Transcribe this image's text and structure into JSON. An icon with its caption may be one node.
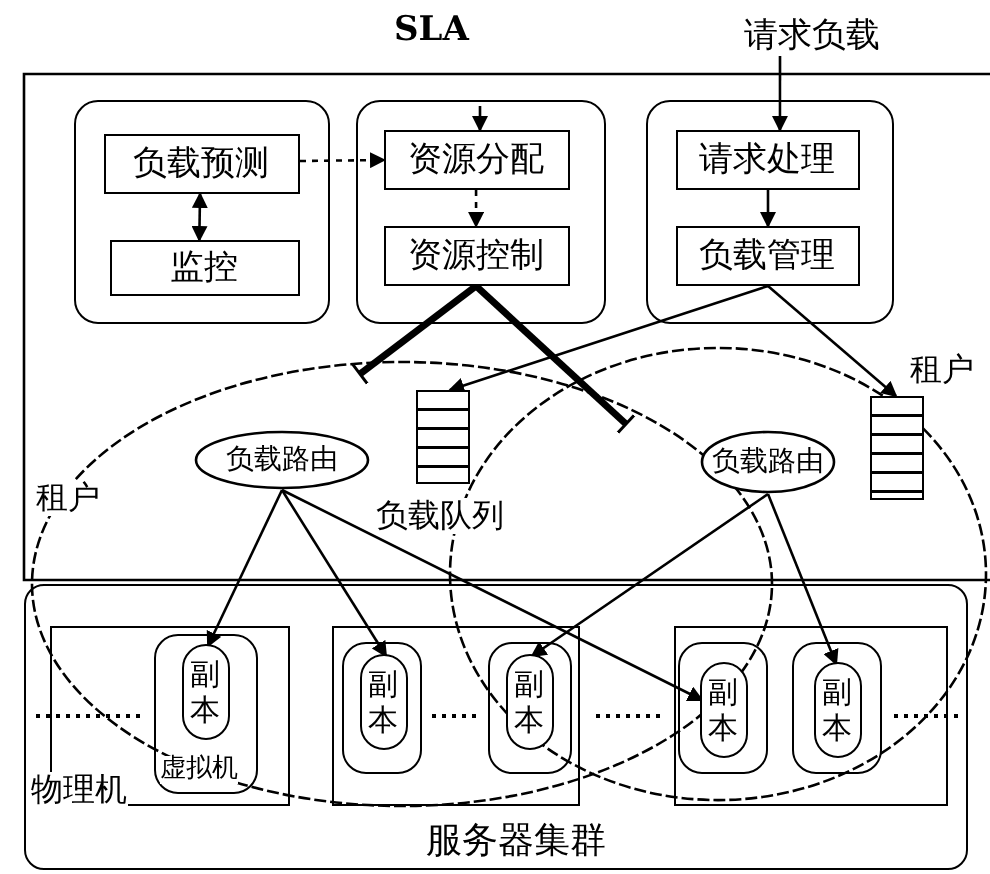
{
  "diagram": {
    "nodes": [
      {
        "text": [
          "请求负载"
        ]
      },
      {
        "text": [],
        "shape": "box"
      },
      {
        "text": [
          "负载预测"
        ],
        "in": 1
      },
      {
        "text": [
          "监控"
        ],
        "in": 1
      },
      {
        "text": [],
        "shape": "box"
      },
      {
        "text": [
          "资源分配"
        ],
        "in": 4
      },
      {
        "text": [
          "资源控制"
        ],
        "in": 4
      },
      {
        "text": [],
        "shape": "box"
      },
      {
        "text": [
          "请求处理"
        ],
        "in": 7
      },
      {
        "text": [
          "负载管理"
        ],
        "in": 7
      },
      {
        "text": [],
        "shape": "box",
        "beside": [
          "负载队列"
        ]
      },
      {
        "text": [],
        "shape": "box"
      },
      {
        "text": [
          "负载路由"
        ]
      },
      {
        "text": [
          "负载路由"
        ]
      },
      {
        "text": [
          "服务器集群"
        ]
      },
      {
        "text": [
          "物理机"
        ],
        "in": 14
      },
      {
        "text": [
          "虚拟机"
        ],
        "in": 15
      },
      {
        "text": [
          "副本"
        ],
        "in": 16
      },
      {
        "text": [],
        "shape": "box",
        "in": 14
      },
      {
        "text": [],
        "shape": "box",
        "in": 18
      },
      {
        "text": [
          "副本"
        ],
        "in": 19
      },
      {
        "text": [],
        "shape": "box",
        "in": 18
      },
      {
        "text": [
          "副本"
        ],
        "in": 21
      },
      {
        "text": [],
        "shape": "box",
        "in": 14
      },
      {
        "text": [],
        "shape": "box",
        "in": 23
      },
      {
        "text": [
          "副本"
        ],
        "in": 24
      },
      {
        "text": [],
        "shape": "box",
        "in": 23
      },
      {
        "text": [
          "副本"
        ],
        "in": 26
      }
    ],
    "edges": [
      {
        "from": 0,
        "to": 8,
        "arrow": "to"
      },
      {
        "from": null,
        "to": 5,
        "arrow": "to"
      },
      {
        "from": 2,
        "to": 5,
        "arrow": "to",
        "style": "dashed"
      },
      {
        "from": 2,
        "to": 3,
        "arrow": "both"
      },
      {
        "from": 5,
        "to": 6,
        "arrow": "to",
        "style": "dashed"
      },
      {
        "from": 8,
        "to": 9,
        "arrow": "to"
      },
      {
        "from": 9,
        "to": 10,
        "arrow": "to"
      },
      {
        "from": 9,
        "to": 11,
        "arrow": "to"
      },
      {
        "from": 6,
        "to": null,
        "arrow": "other",
        "style": "thick"
      },
      {
        "from": 6,
        "to": null,
        "arrow": "other",
        "style": "thick"
      },
      {
        "from": 12,
        "to": 17,
        "arrow": "to"
      },
      {
        "from": 12,
        "to": 20,
        "arrow": "to"
      },
      {
        "from": 12,
        "to": 25,
        "arrow": "to"
      },
      {
        "from": 13,
        "to": 22,
        "arrow": "to"
      },
      {
        "from": 13,
        "to": 27,
        "arrow": "to"
      }
    ],
    "labels": [
      "SLA",
      "租户",
      "租户"
    ]
  }
}
